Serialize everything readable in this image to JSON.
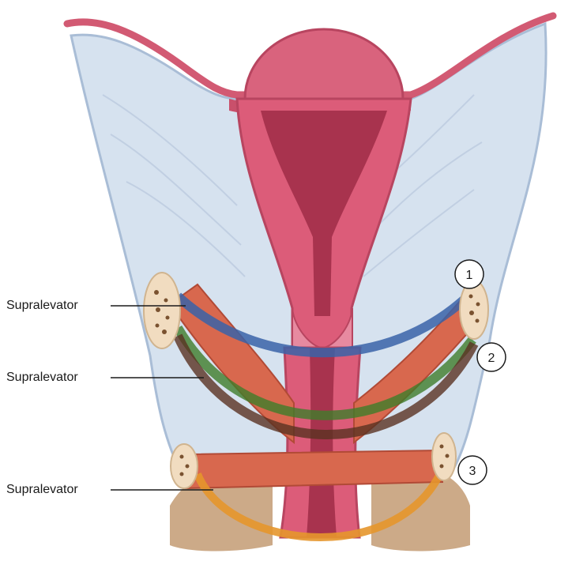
{
  "labels": {
    "label_1": "Supralevator",
    "label_2": "Supralevator",
    "label_3": "Supralevator"
  },
  "markers": [
    "1",
    "2",
    "3"
  ],
  "colors": {
    "peritoneum": "#d6e2ef",
    "peritoneum_edge": "#a9bdd6",
    "tissue_pink": "#dc5c79",
    "tissue_dark": "#a8334e",
    "muscle": "#d8684e",
    "muscle_dark": "#b14a36",
    "bone": "#f1dcc0",
    "bone_spots": "#7a5230",
    "pelvic_floor": "#c9a582",
    "band_blue": "#3a63a8",
    "band_green": "#3f7d2a",
    "band_brown": "#5a3222",
    "band_orange": "#e5962c"
  }
}
